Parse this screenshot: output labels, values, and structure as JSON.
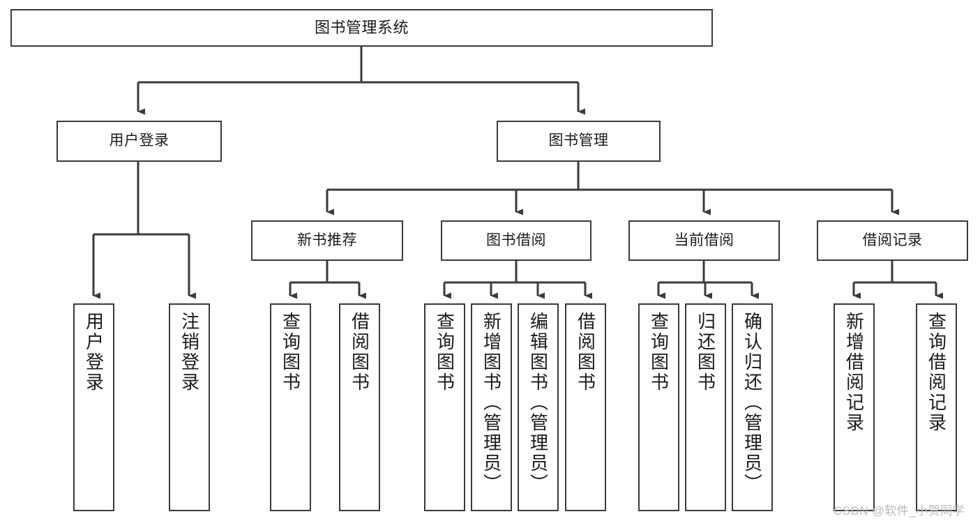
{
  "diagram": {
    "title": "图书管理系统",
    "type": "tree",
    "colors": {
      "stroke": "#3a3a3a",
      "box_fill": "#ffffff",
      "text": "#1a1a1a",
      "background": "#ffffff",
      "watermark": "#b9b9b9"
    },
    "nodes": {
      "root": {
        "label": "图书管理系统"
      },
      "level1": [
        {
          "id": "user-login",
          "label": "用户登录"
        },
        {
          "id": "book-management",
          "label": "图书管理"
        }
      ],
      "level2": [
        {
          "id": "new-book-recommend",
          "label": "新书推荐"
        },
        {
          "id": "book-borrow",
          "label": "图书借阅"
        },
        {
          "id": "current-borrow",
          "label": "当前借阅"
        },
        {
          "id": "borrow-record",
          "label": "借阅记录"
        }
      ],
      "leaves": {
        "user-login": [
          {
            "id": "leaf-user-login",
            "label": "用户登录"
          },
          {
            "id": "leaf-logout-login",
            "label": "注销登录"
          }
        ],
        "new-book-recommend": [
          {
            "id": "leaf-query-book-1",
            "label": "查询图书"
          },
          {
            "id": "leaf-borrow-book-1",
            "label": "借阅图书"
          }
        ],
        "book-borrow": [
          {
            "id": "leaf-query-book-2",
            "label": "查询图书"
          },
          {
            "id": "leaf-add-book",
            "label": "新增图书（管理员）"
          },
          {
            "id": "leaf-edit-book",
            "label": "编辑图书（管理员）"
          },
          {
            "id": "leaf-borrow-book-2",
            "label": "借阅图书"
          }
        ],
        "current-borrow": [
          {
            "id": "leaf-query-book-3",
            "label": "查询图书"
          },
          {
            "id": "leaf-return-book",
            "label": "归还图书"
          },
          {
            "id": "leaf-confirm-return",
            "label": "确认归还（管理员）"
          }
        ],
        "borrow-record": [
          {
            "id": "leaf-add-record",
            "label": "新增借阅记录"
          },
          {
            "id": "leaf-query-record",
            "label": "查询借阅记录"
          }
        ]
      }
    },
    "watermark": "CSDN @软件_小贺同学"
  }
}
